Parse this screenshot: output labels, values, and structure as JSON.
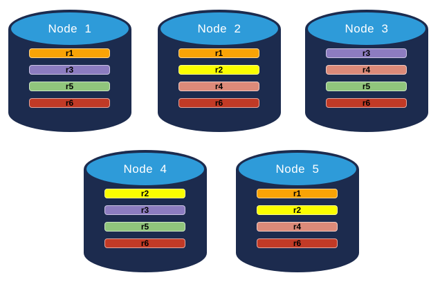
{
  "diagram": {
    "nodes": [
      {
        "label": "Node  1",
        "replicas": [
          "r1",
          "r3",
          "r5",
          "r6"
        ]
      },
      {
        "label": "Node  2",
        "replicas": [
          "r1",
          "r2",
          "r4",
          "r6"
        ]
      },
      {
        "label": "Node  3",
        "replicas": [
          "r3",
          "r4",
          "r5",
          "r6"
        ]
      },
      {
        "label": "Node  4",
        "replicas": [
          "r2",
          "r3",
          "r5",
          "r6"
        ]
      },
      {
        "label": "Node  5",
        "replicas": [
          "r1",
          "r2",
          "r4",
          "r6"
        ]
      }
    ]
  },
  "colors": {
    "background": "#FFFFFF",
    "cylinder_body": "#1C2B4E",
    "cylinder_top": "#2E9BD9",
    "node_label_text": "#FFFFFF",
    "replica_label_text": "#000000",
    "replica_colors": {
      "r1": "#F9A306",
      "r2": "#FBFE00",
      "r3": "#8C7CC0",
      "r4": "#DC8A79",
      "r5": "#90C57C",
      "r6": "#C13A26"
    }
  }
}
